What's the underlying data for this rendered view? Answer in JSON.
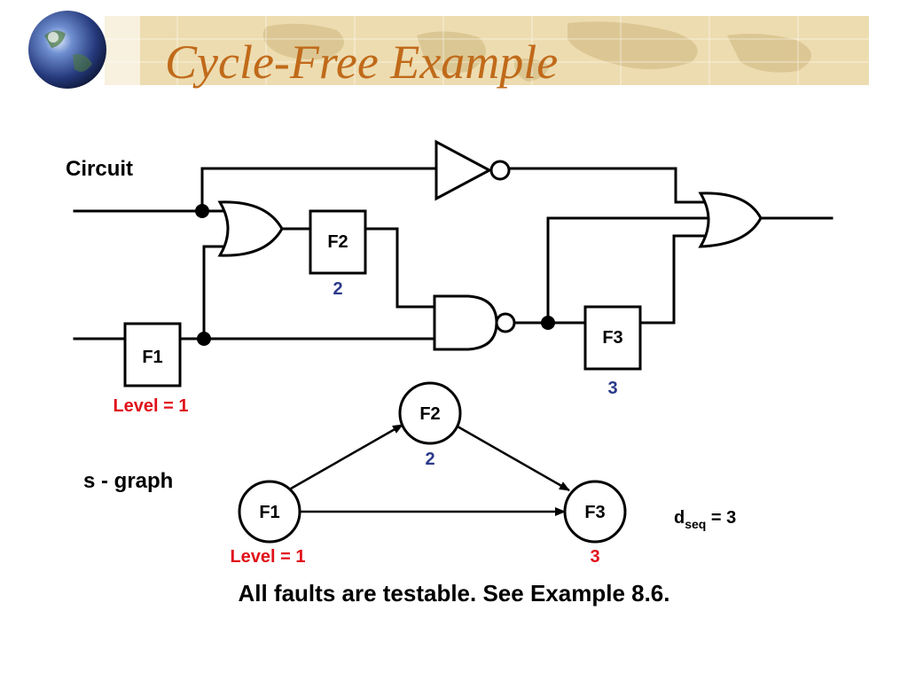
{
  "slide": {
    "title": "Cycle-Free Example",
    "footer": "All faults are testable.  See Example 8.6."
  },
  "colors": {
    "title": "#c06a1a",
    "banner": "#eddcb0",
    "level_red": "#e0101a",
    "level_blue": "#2a3a8a",
    "ink": "#000000"
  },
  "circuit": {
    "label": "Circuit",
    "flipflops": [
      {
        "name": "F1",
        "level_text": "Level = 1"
      },
      {
        "name": "F2",
        "level_text": "2"
      },
      {
        "name": "F3",
        "level_text": "3"
      }
    ]
  },
  "sgraph": {
    "label": "s - graph",
    "nodes": [
      {
        "name": "F1",
        "level_text": "Level = 1"
      },
      {
        "name": "F2",
        "level_text": "2"
      },
      {
        "name": "F3",
        "level_text": "3"
      }
    ],
    "edges": [
      {
        "from": "F1",
        "to": "F2"
      },
      {
        "from": "F2",
        "to": "F3"
      },
      {
        "from": "F1",
        "to": "F3"
      }
    ],
    "dseq": {
      "symbol": "d",
      "subscript": "seq",
      "value_text": " = 3"
    }
  },
  "icons": {
    "logo": "globe-icon"
  }
}
